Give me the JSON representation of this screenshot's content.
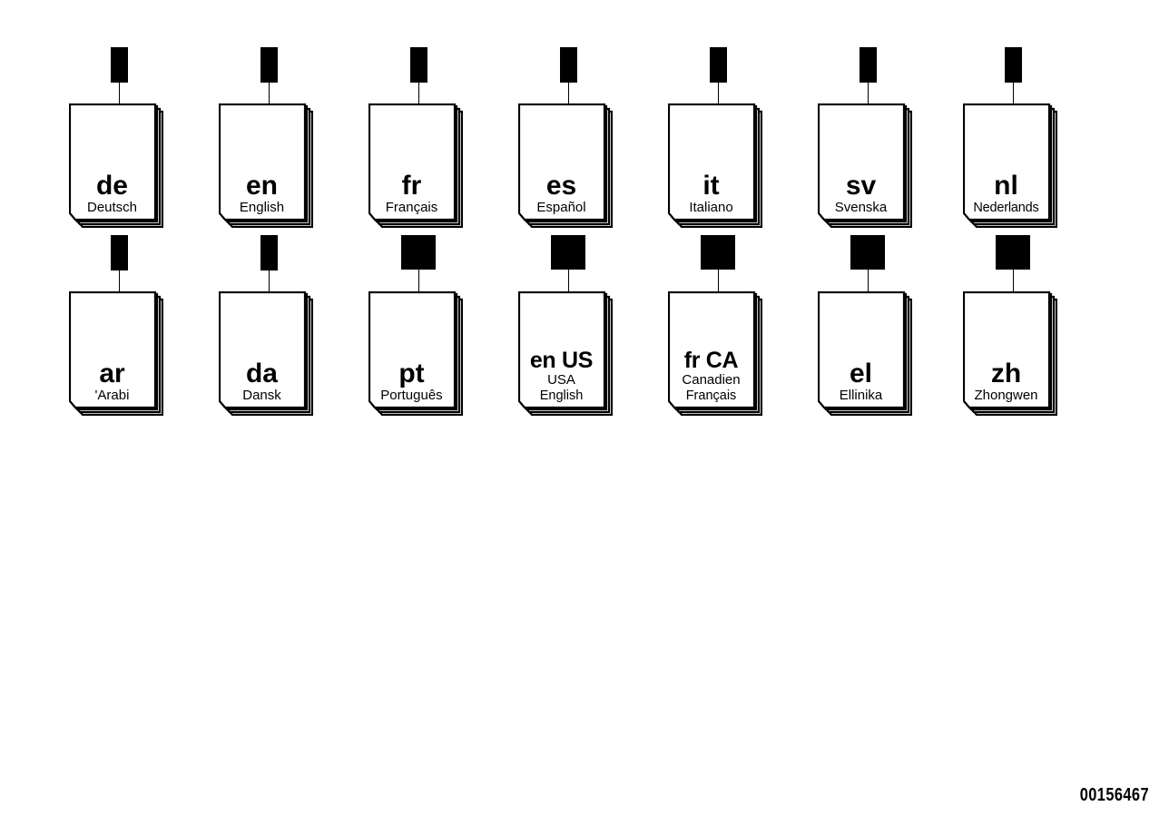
{
  "diagram": {
    "reference_number": "00156467",
    "colors": {
      "ink": "#000000",
      "paper": "#ffffff"
    },
    "rows": [
      {
        "row_index": 0,
        "nodes": [
          {
            "code": "de",
            "name": "Deutsch",
            "name2": "",
            "connector": "narrow"
          },
          {
            "code": "en",
            "name": "English",
            "name2": "",
            "connector": "narrow"
          },
          {
            "code": "fr",
            "name": "Français",
            "name2": "",
            "connector": "narrow"
          },
          {
            "code": "es",
            "name": "Español",
            "name2": "",
            "connector": "narrow"
          },
          {
            "code": "it",
            "name": "Italiano",
            "name2": "",
            "connector": "narrow"
          },
          {
            "code": "sv",
            "name": "Svenska",
            "name2": "",
            "connector": "narrow"
          },
          {
            "code": "nl",
            "name": "Nederlands",
            "name2": "",
            "connector": "narrow"
          }
        ]
      },
      {
        "row_index": 1,
        "nodes": [
          {
            "code": "ar",
            "name": "'Arabi",
            "name2": "",
            "connector": "narrow"
          },
          {
            "code": "da",
            "name": "Dansk",
            "name2": "",
            "connector": "narrow"
          },
          {
            "code": "pt",
            "name": "Português",
            "name2": "",
            "connector": "wide"
          },
          {
            "code": "en US",
            "name": "USA",
            "name2": "English",
            "connector": "wide"
          },
          {
            "code": "fr CA",
            "name": "Canadien",
            "name2": "Français",
            "connector": "wide"
          },
          {
            "code": "el",
            "name": "Ellinika",
            "name2": "",
            "connector": "wide"
          },
          {
            "code": "zh",
            "name": "Zhongwen",
            "name2": "",
            "connector": "wide"
          }
        ]
      }
    ]
  }
}
